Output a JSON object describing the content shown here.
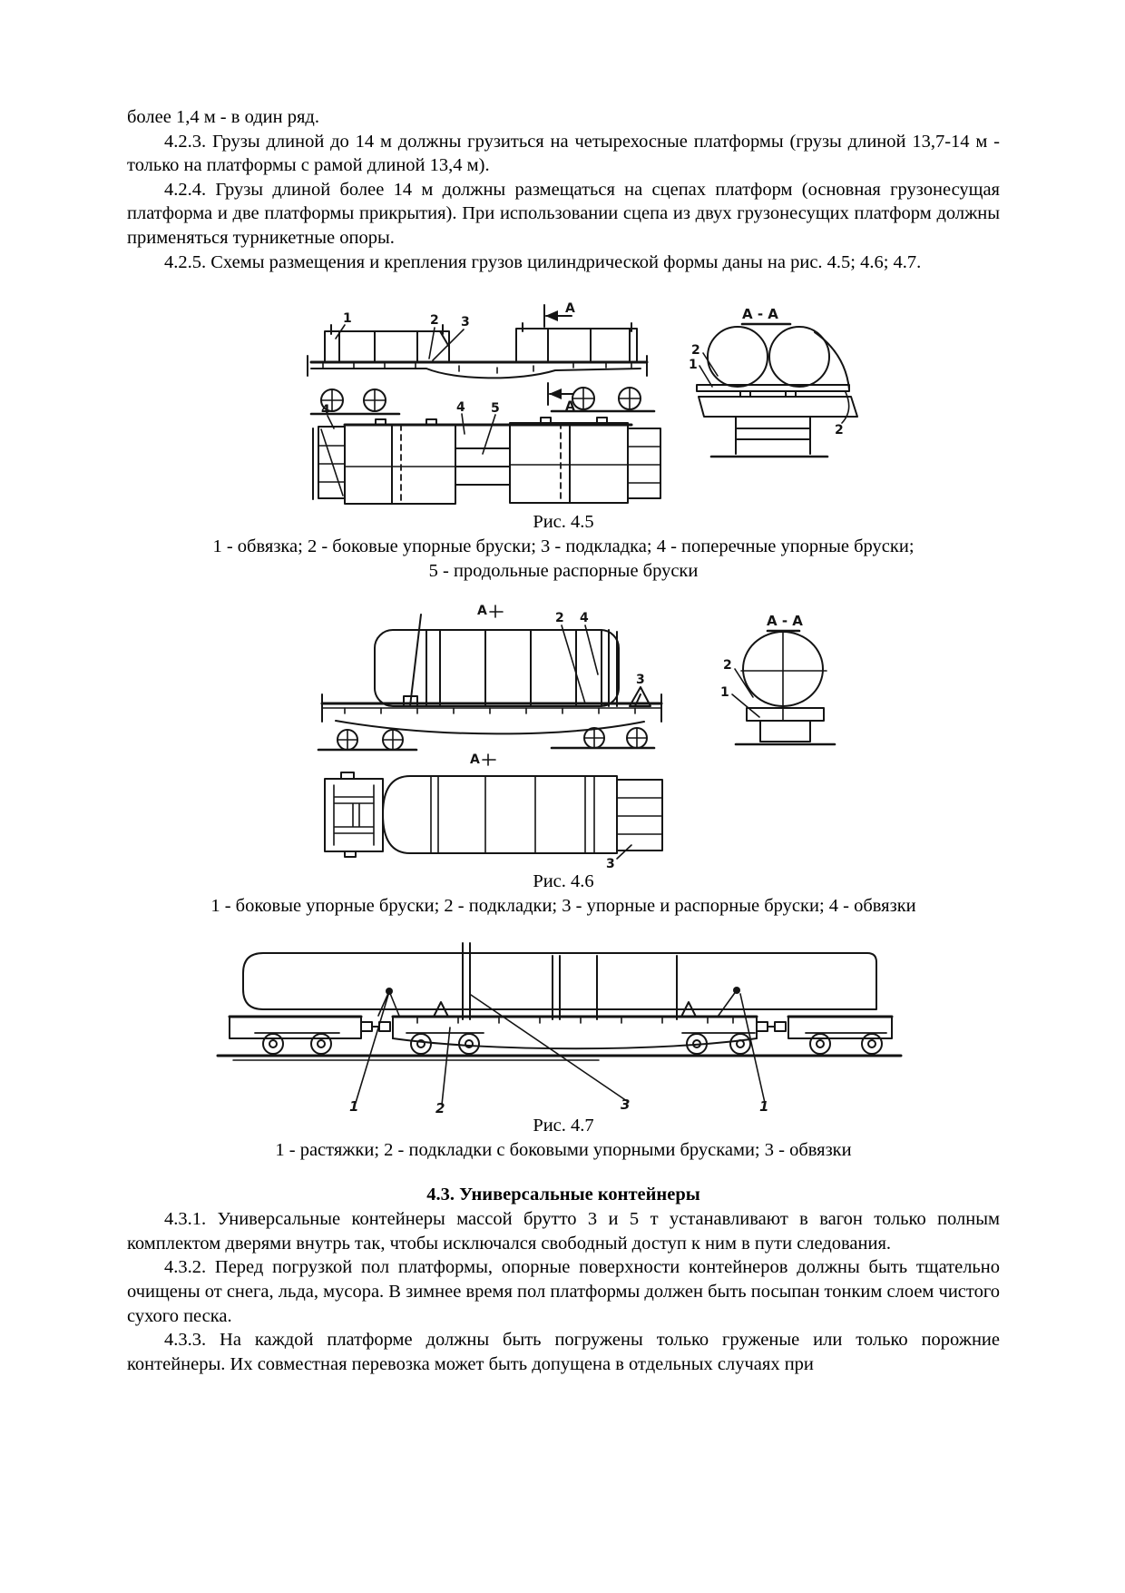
{
  "page": {
    "background": "#ffffff",
    "text_color": "#000000",
    "ink_color": "#141414"
  },
  "body_text": {
    "intro": "более 1,4 м - в один ряд.",
    "p423": "4.2.3. Грузы длиной до 14 м должны грузиться на четырехосные платформы (грузы длиной 13,7-14 м - только на платформы с рамой длиной 13,4 м).",
    "p424": "4.2.4. Грузы длиной более 14 м должны размещаться на сцепах платформ (основная грузонесущая платформа и две платформы прикрытия). При использовании сцепа из двух грузонесущих платформ должны применяться турникетные опоры.",
    "p425": "4.2.5. Схемы размещения и крепления грузов цилиндрической формы даны на рис. 4.5; 4.6; 4.7."
  },
  "fig45": {
    "caption": "Рис. 4.5",
    "legend1": "1 - обвязка; 2 - боковые упорные бруски; 3 - подкладка; 4 - поперечные упорные бруски;",
    "legend2": "5 - продольные распорные бруски",
    "section_title": "А - А",
    "marker": "А",
    "labels": {
      "n1": "1",
      "n2": "2",
      "n3": "3",
      "n4": "4",
      "n5": "5"
    }
  },
  "fig46": {
    "caption": "Рис. 4.6",
    "legend1": "1 - боковые упорные бруски; 2 - подкладки; 3 - упорные и распорные бруски; 4 - обвязки",
    "section_title": "А - А",
    "marker": "А",
    "labels": {
      "n1": "1",
      "n2": "2",
      "n3": "3",
      "n4": "4"
    }
  },
  "fig47": {
    "caption": "Рис. 4.7",
    "legend1": "1 - растяжки; 2 - подкладки с боковыми упорными брусками; 3 - обвязки",
    "labels": {
      "n1": "1",
      "n2": "2",
      "n3": "3"
    }
  },
  "section43": {
    "heading": "4.3. Универсальные контейнеры",
    "p431": "4.3.1. Универсальные контейнеры массой брутто 3 и 5 т устанавливают в вагон только полным комплектом дверями внутрь так, чтобы исключался свободный доступ к ним в пути следования.",
    "p432": "4.3.2. Перед погрузкой пол платформы, опорные поверхности контейнеров должны быть тщательно очищены от снега, льда, мусора. В зимнее время пол платформы должен быть посыпан тонким слоем чистого сухого песка.",
    "p433": "4.3.3. На каждой платформе должны быть погружены только груженые или только порожние контейнеры. Их совместная перевозка может быть допущена в отдельных случаях при"
  }
}
